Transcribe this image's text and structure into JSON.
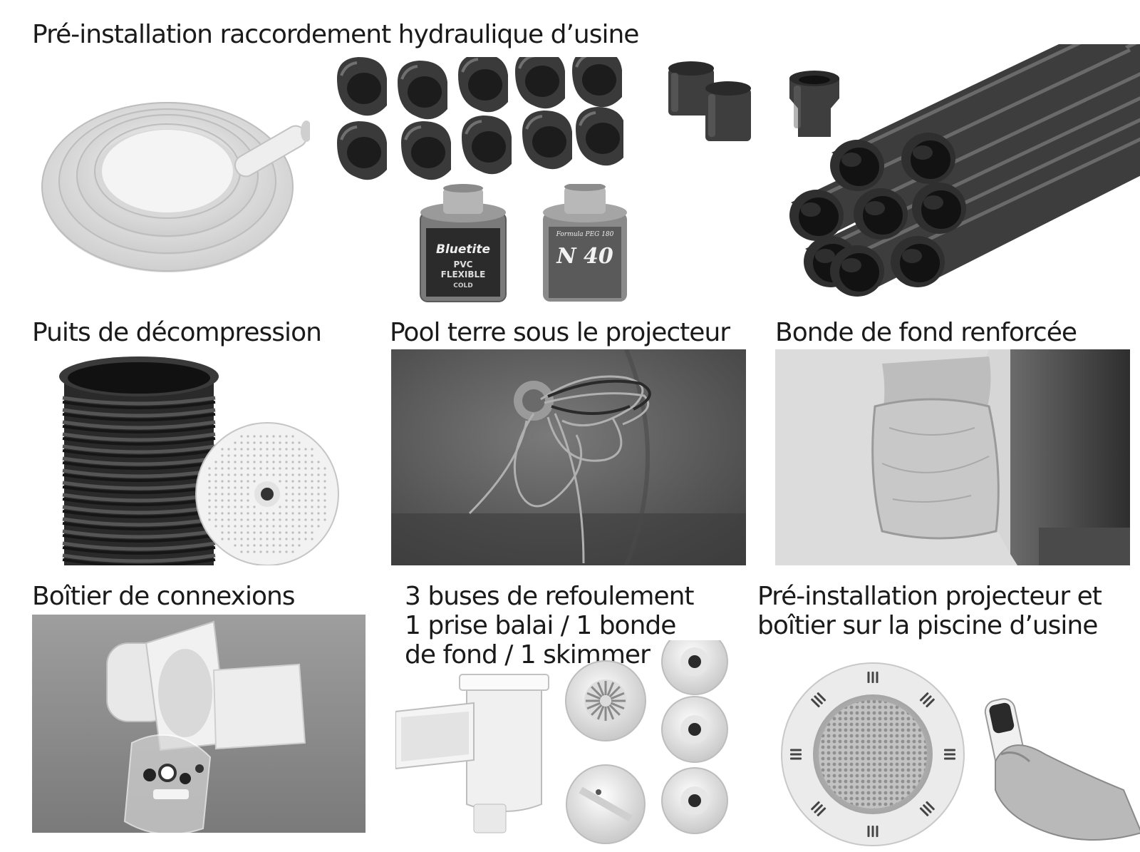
{
  "header": {
    "title": "Pré-installation raccordement hydraulique d’usine"
  },
  "sections": {
    "puits": {
      "title": "Puits de décompression"
    },
    "pool_terre": {
      "title": "Pool terre sous le projecteur"
    },
    "bonde": {
      "title": "Bonde de fond renforcée"
    },
    "boitier": {
      "title": "Boîtier de connexions"
    },
    "buses": {
      "title_lines": [
        "3 buses de refoulement",
        "1 prise balai / 1 bonde",
        "de fond / 1 skimmer"
      ]
    },
    "projecteur": {
      "title_lines": [
        "Pré-installation projecteur et",
        "boîtier sur la piscine d’usine"
      ]
    }
  },
  "products": {
    "glue_can_1": {
      "brand": "Bluetite",
      "line1": "PVC",
      "line2": "FLEXIBLE",
      "line3": "COLD"
    },
    "glue_can_2": {
      "top": "Formula PEG 180",
      "code": "N 40"
    }
  },
  "colors": {
    "background": "#ffffff",
    "text": "#1a1a1a",
    "pvc_dark": "#3a3a3a",
    "pvc_white": "#ececec"
  }
}
